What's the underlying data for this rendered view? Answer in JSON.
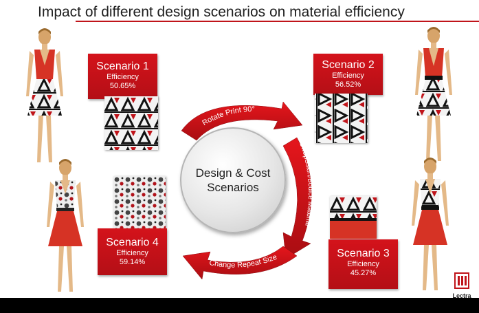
{
  "title": "Impact of different design scenarios on material efficiency",
  "hub": {
    "line1": "Design & Cost",
    "line2": "Scenarios"
  },
  "scenarios": [
    {
      "name": "Scenario 1",
      "efficiency_label": "Efficiency",
      "value": "50.65%"
    },
    {
      "name": "Scenario 2",
      "efficiency_label": "Efficiency",
      "value": "56.52%"
    },
    {
      "name": "Scenario 3",
      "efficiency_label": "Efficiency",
      "value": "45.27%"
    },
    {
      "name": "Scenario 4",
      "efficiency_label": "Efficiency",
      "value": "59.14%"
    }
  ],
  "arrows": {
    "top": "Rotate Print 90°",
    "right": "SwapSskirt/Bodice Material",
    "bottom": "Change Repeat Size"
  },
  "logo": {
    "text": "Lectra"
  },
  "colors": {
    "accent": "#c0141a",
    "box": "#c4131a",
    "dress_red": "#d63325",
    "hub": "#dedede"
  }
}
